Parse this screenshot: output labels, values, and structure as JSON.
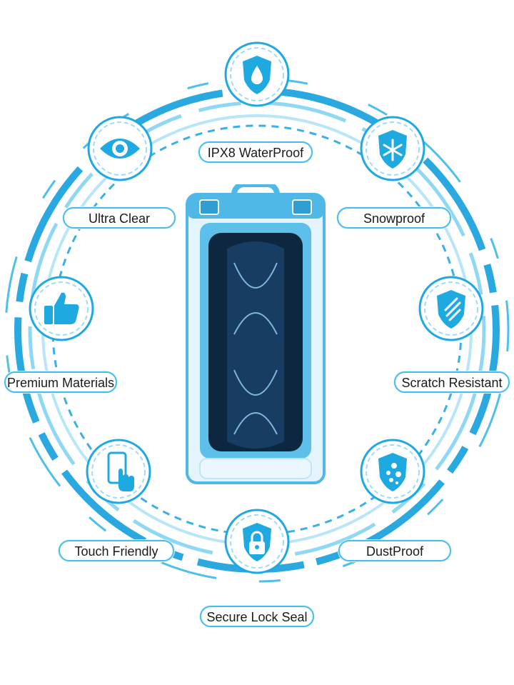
{
  "features": [
    {
      "key": "waterproof",
      "label": "IPX8 WaterProof",
      "icon": "water-drop-shield-icon"
    },
    {
      "key": "snowproof",
      "label": "Snowproof",
      "icon": "snowflake-shield-icon"
    },
    {
      "key": "scratch",
      "label": "Scratch Resistant",
      "icon": "scratch-shield-icon"
    },
    {
      "key": "dustproof",
      "label": "DustProof",
      "icon": "dust-shield-icon"
    },
    {
      "key": "lock",
      "label": "Secure Lock Seal",
      "icon": "lock-shield-icon"
    },
    {
      "key": "touch",
      "label": "Touch Friendly",
      "icon": "touch-phone-icon"
    },
    {
      "key": "materials",
      "label": "Premium Materials",
      "icon": "thumbs-up-icon"
    },
    {
      "key": "clear",
      "label": "Ultra Clear",
      "icon": "eye-icon"
    }
  ],
  "colors": {
    "accent": "#1fa9e1",
    "light": "#7fd3f3",
    "pouch": "#4fb8e6",
    "screen": "#0d2740"
  }
}
